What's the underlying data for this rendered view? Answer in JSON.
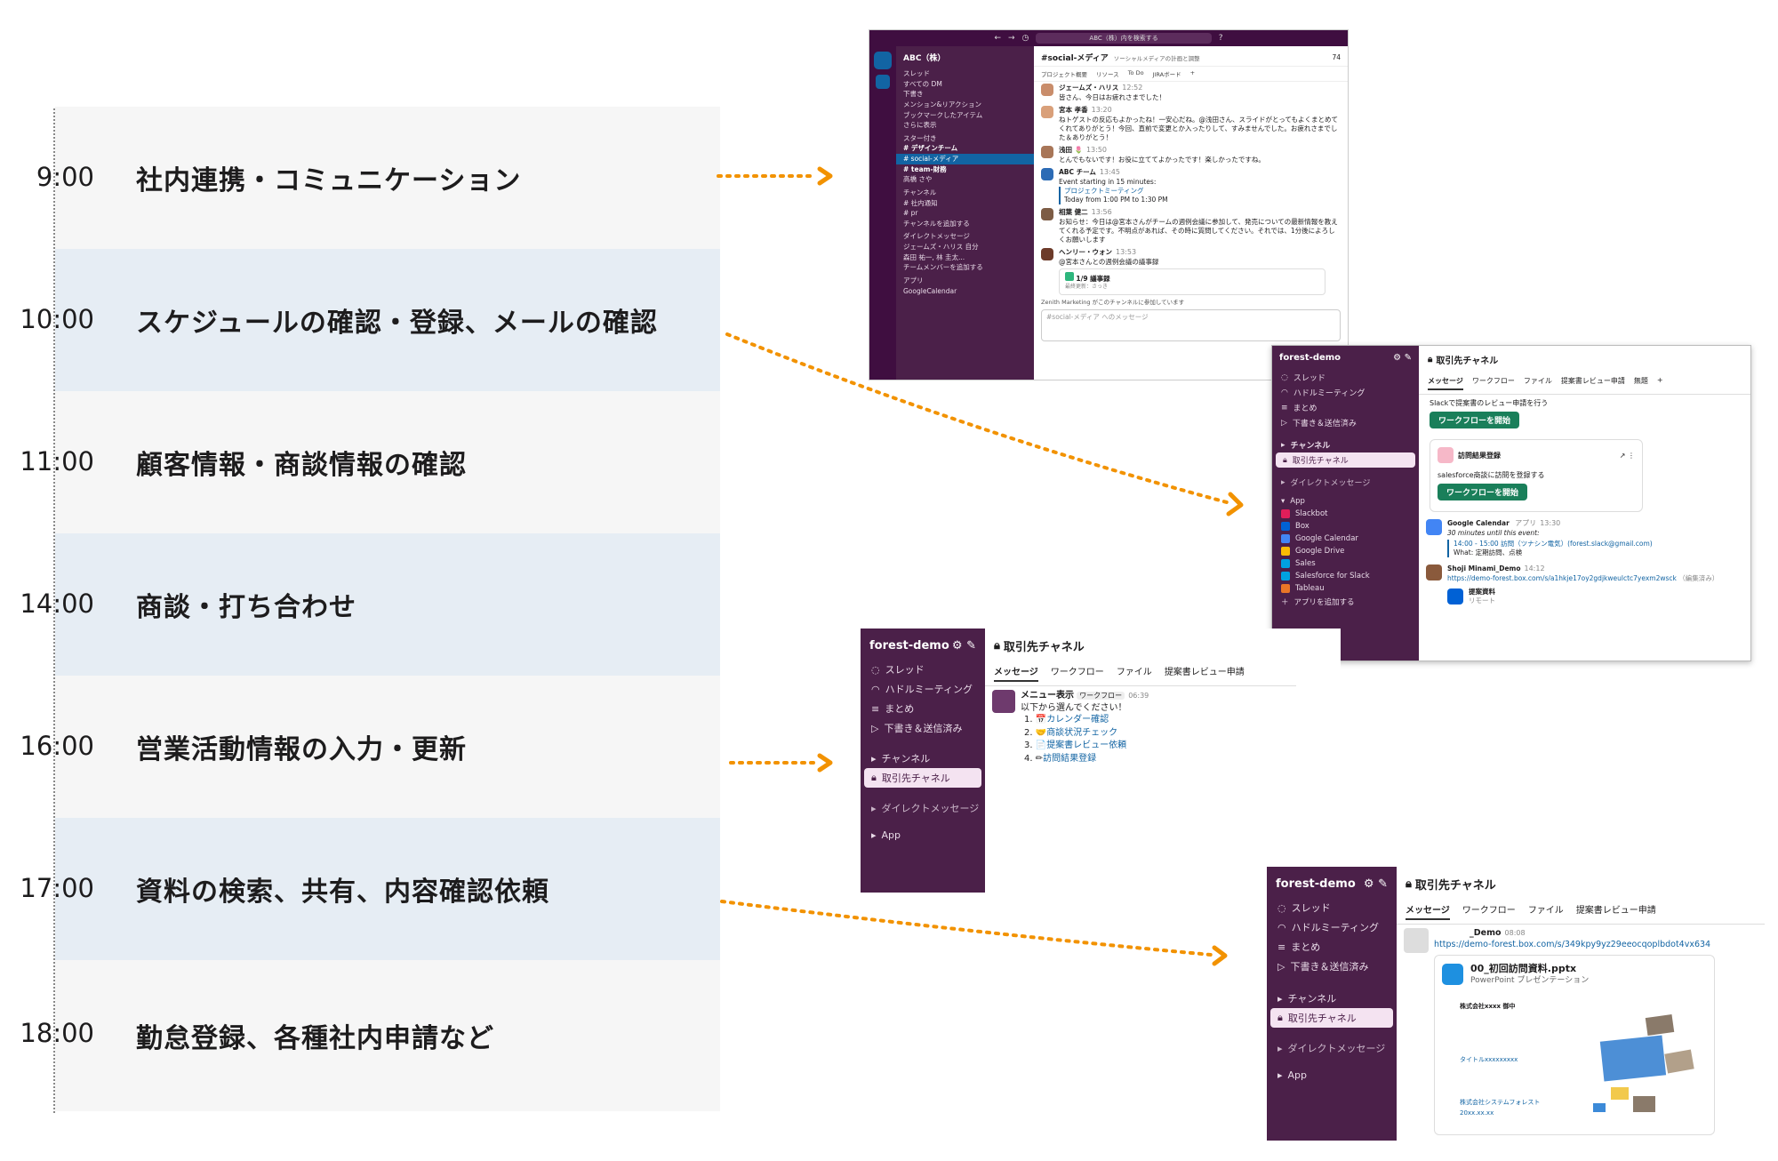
{
  "schedule": [
    {
      "time": "9:00",
      "task": "社内連携・コミュニケーション"
    },
    {
      "time": "10:00",
      "task": "スケジュールの確認・登録、メールの確認"
    },
    {
      "time": "11:00",
      "task": "顧客情報・商談情報の確認"
    },
    {
      "time": "14:00",
      "task": "商談・打ち合わせ"
    },
    {
      "time": "16:00",
      "task": "営業活動情報の入力・更新"
    },
    {
      "time": "17:00",
      "task": "資料の検索、共有、内容確認依頼"
    },
    {
      "time": "18:00",
      "task": "勤怠登録、各種社内申請など"
    }
  ],
  "colors": {
    "accent": "#f29200",
    "sidebar": "#4b2049",
    "sidebar_top": "#3f0e40",
    "link": "#1264a3",
    "button": "#1a7f5a"
  },
  "shot1": {
    "search": "ABC（株）内を検索する",
    "workspace": "ABC（株）",
    "sidebar": [
      "スレッド",
      "すべての DM",
      "下書き",
      "メンション&リアクション",
      "ブックマークしたアイテム",
      "さらに表示"
    ],
    "starred_label": "スター付き",
    "starred": [
      "デザインチーム",
      "social-メディア",
      "team-財務",
      "高橋 さや"
    ],
    "channels_label": "チャンネル",
    "channels": [
      "社内通知",
      "pr",
      "チャンネルを追加する"
    ],
    "dm_label": "ダイレクトメッセージ",
    "dms": [
      "ジェームズ・ハリス 自分",
      "森田 祐一, 林 圭太...",
      "チームメンバーを追加する"
    ],
    "apps_label": "アプリ",
    "apps": [
      "GoogleCalendar"
    ],
    "channel": "#social-メディア",
    "topic": "ソーシャルメディアの計画と調整",
    "member_count": "74",
    "bookmarks": [
      "プロジェクト概要",
      "リソース",
      "To Do",
      "JIRAボード",
      "+"
    ],
    "messages": [
      {
        "name": "ジェームズ・ハリス",
        "time": "12:52",
        "text": "皆さん、今日はお疲れさまでした！"
      },
      {
        "name": "宮本 孝香",
        "time": "13:20",
        "text": "ねトゲストの反応もよかったね！一安心だね。@浅田さん、スライドがとってもよくまとめてくれてありがとう！今回、直前で変更とか入ったりして、すみませんでした。お疲れさまでした＆ありがとう！"
      },
      {
        "name": "浅田 🌷",
        "time": "13:50",
        "text": "とんでもないです！お役に立ててよかったです！楽しかったですね。"
      },
      {
        "name": "ABC チーム",
        "time": "13:45",
        "text": "Event starting in 15 minutes:"
      },
      {
        "name": "相葉 健二",
        "time": "13:56",
        "text": "お知らせ：今日は@宮本さんがチームの週例会議に参加して、発売についての最新情報を教えてくれる予定です。不明点があれば、その時に質問してください。それでは、1分後によろしくお願いします"
      },
      {
        "name": "ヘンリー・ウォン",
        "time": "13:53",
        "text": "@宮本さんとの週例会議の議事録"
      }
    ],
    "event_title": "プロジェクトミーティング",
    "event_time": "Today from 1:00 PM to 1:30 PM",
    "doc_title": "1/9 議事録",
    "doc_sub": "最終更新：さっき",
    "join_notice": "Zenith Marketing がこのチャンネルに参加しています",
    "composer": "#social-メディア へのメッセージ"
  },
  "forest": {
    "workspace": "forest-demo",
    "nav": [
      "スレッド",
      "ハドルミーティング",
      "まとめ",
      "下書き＆送信済み"
    ],
    "channels_label": "チャンネル",
    "channel": "取引先チャネル",
    "dm_label": "ダイレクトメッセージ",
    "app_label": "App",
    "apps": [
      "Slackbot",
      "Box",
      "Google Calendar",
      "Google Drive",
      "Sales",
      "Salesforce for Slack",
      "Tableau",
      "アプリを追加する"
    ],
    "tabs": [
      "メッセージ",
      "ワークフロー",
      "ファイル",
      "提案書レビュー申請",
      "無題",
      "+"
    ]
  },
  "shot2": {
    "wf1_text": "Slackで提案書のレビュー申請を行う",
    "wf_button": "ワークフローを開始",
    "wf2_title": "訪問結果登録",
    "wf2_text": "salesforce商談に訪問を登録する",
    "gc_name": "Google Calendar",
    "gc_tag": "アプリ",
    "gc_time": "13:30",
    "gc_notice": "30 minutes until this event:",
    "gc_event": "14:00 - 15:00 訪問（ツナシン電気）(forest.slack@gmail.com)",
    "gc_what": "What: 定期訪問、点検",
    "sm_name": "Shoji Minami_Demo",
    "sm_time": "14:12",
    "sm_link": "https://demo-forest.box.com/s/a1hkje17oy2gdjkweulctc7yexm2wsck",
    "sm_edited": "（編集済み）",
    "file_name": "提案資料",
    "file_sub": "リモート"
  },
  "shot3": {
    "bot_title": "メニュー表示",
    "bot_tag": "ワークフロー",
    "bot_time": "06:39",
    "bot_prompt": "以下から選んでください！",
    "menu": [
      "1.",
      "2.",
      "3.",
      "4."
    ],
    "menu_items": [
      "カレンダー確認",
      "商談状況チェック",
      "提案書レビュー依頼",
      "訪問結果登録"
    ]
  },
  "shot4": {
    "name": "_Demo",
    "time": "08:08",
    "link": "https://demo-forest.box.com/s/349kpy9yz29eeocqoplbdot4vx634",
    "file_name": "00_初回訪問資料.pptx",
    "file_type": "PowerPoint プレゼンテーション",
    "slide_company": "株式会社xxxx 御中",
    "slide_title": "タイトルxxxxxxxxx",
    "slide_vendor": "株式会社システムフォレスト",
    "slide_date": "20xx.xx.xx"
  }
}
